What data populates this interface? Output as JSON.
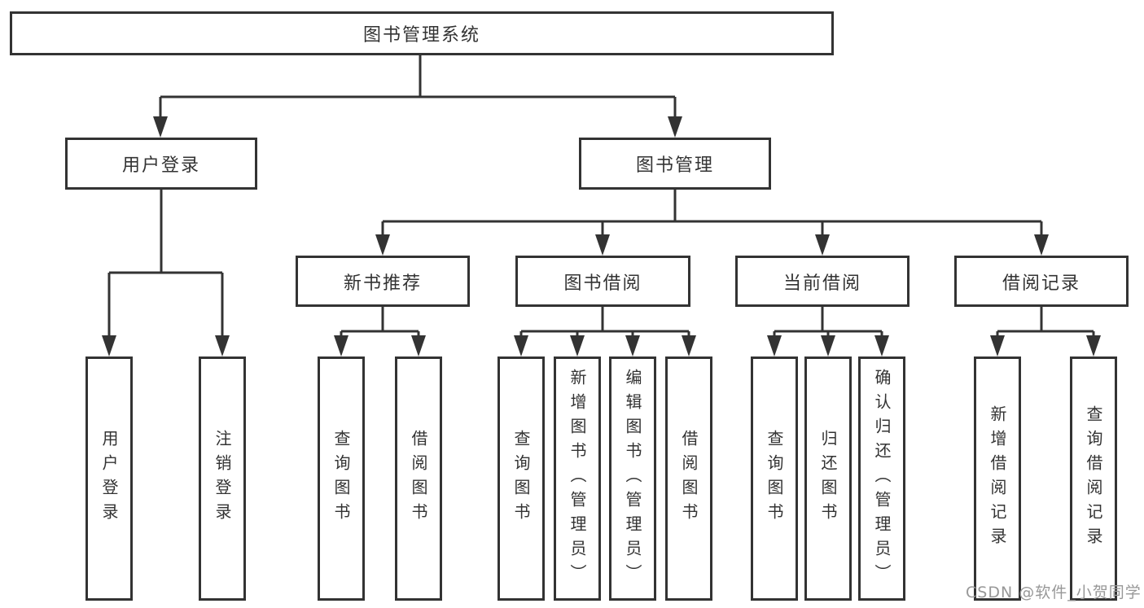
{
  "diagram": {
    "type": "hierarchy-tree",
    "colors": {
      "line": "#333333",
      "box_border": "#333333",
      "text": "#333333",
      "background": "#ffffff",
      "watermark_text_color": "#989898"
    }
  },
  "tree": {
    "label": "图书管理系统",
    "children": [
      {
        "label": "用户登录",
        "children": [
          {
            "label": "用户登录"
          },
          {
            "label": "注销登录"
          }
        ]
      },
      {
        "label": "图书管理",
        "children": [
          {
            "label": "新书推荐",
            "children": [
              {
                "label": "查询图书"
              },
              {
                "label": "借阅图书"
              }
            ]
          },
          {
            "label": "图书借阅",
            "children": [
              {
                "label": "查询图书"
              },
              {
                "label": "新增图书（管理员）"
              },
              {
                "label": "编辑图书（管理员）"
              },
              {
                "label": "借阅图书"
              }
            ]
          },
          {
            "label": "当前借阅",
            "children": [
              {
                "label": "查询图书"
              },
              {
                "label": "归还图书"
              },
              {
                "label": "确认归还（管理员）"
              }
            ]
          },
          {
            "label": "借阅记录",
            "children": [
              {
                "label": "新增借阅记录"
              },
              {
                "label": "查询借阅记录"
              }
            ]
          }
        ]
      }
    ]
  },
  "watermark": {
    "text": "CSDN @软件_小贺同学"
  }
}
